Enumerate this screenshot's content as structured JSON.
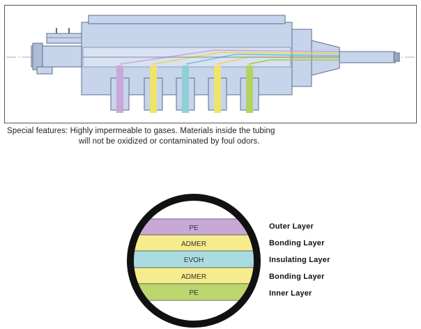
{
  "caption": {
    "line1": "Special features: Highly impermeable to gases. Materials inside the tubing",
    "line2": "will not be oxidized or contaminated by foul odors."
  },
  "layers": [
    {
      "material": "PE",
      "name": "Outer Layer",
      "color": "#c9a8d8"
    },
    {
      "material": "ADMER",
      "name": "Bonding Layer",
      "color": "#f6ec8c"
    },
    {
      "material": "EVOH",
      "name": "Insulating Layer",
      "color": "#a9dce0"
    },
    {
      "material": "ADMER",
      "name": "Bonding Layer",
      "color": "#f6ec8c"
    },
    {
      "material": "PE",
      "name": "Inner Layer",
      "color": "#bcd66e"
    }
  ],
  "colors": {
    "die_fill": "#c6d4ec",
    "die_stroke": "#5f6d86",
    "ring": "#111111"
  }
}
